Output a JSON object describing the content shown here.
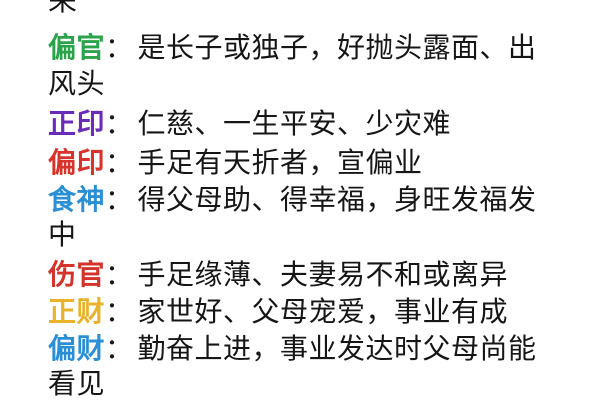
{
  "top_fragment": "荣",
  "entries": [
    {
      "term": "偏官",
      "color": "#2aa34a",
      "separator": "：",
      "line1": "是长子或独子，好抛头露面、出",
      "line2": "风头"
    },
    {
      "term": "正印",
      "color": "#6a2bb8",
      "separator": "：",
      "line1": "仁慈、一生平安、少灾难",
      "line2": ""
    },
    {
      "term": "偏印",
      "color": "#d8332b",
      "separator": "：",
      "line1": "手足有天折者，宣偏业",
      "line2": ""
    },
    {
      "term": "食神",
      "color": "#2b8fd6",
      "separator": "：",
      "line1": "得父母助、得幸福，身旺发福发",
      "line2": "中"
    },
    {
      "term": "伤官",
      "color": "#d3332a",
      "separator": "：",
      "line1": "手足缘薄、夫妻易不和或离异",
      "line2": ""
    },
    {
      "term": "正财",
      "color": "#e8b22a",
      "separator": "：",
      "line1": "家世好、父母宠爱，事业有成",
      "line2": ""
    },
    {
      "term": "偏财",
      "color": "#2a8fd6",
      "separator": "：",
      "line1": "勤奋上进，事业发达时父母尚能",
      "line2": "看见"
    }
  ]
}
